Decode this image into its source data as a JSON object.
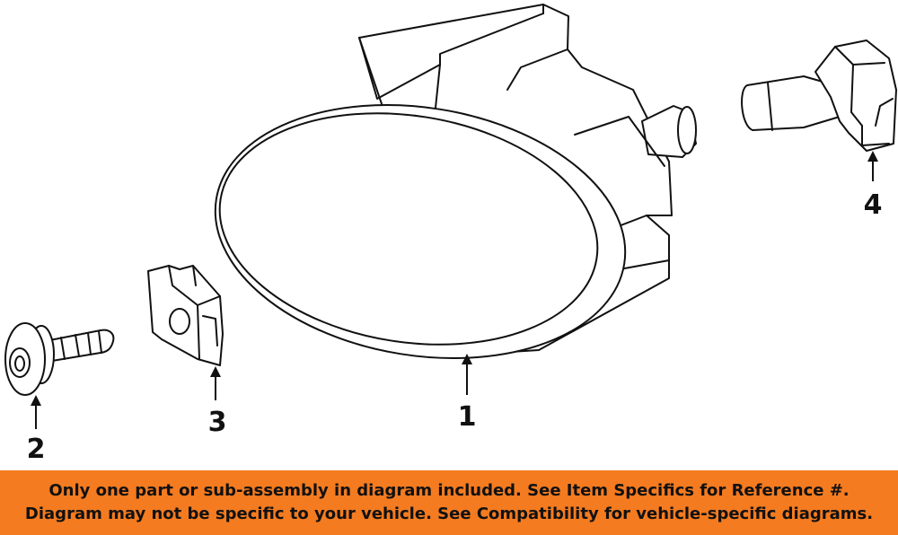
{
  "diagram": {
    "callouts": {
      "part1": "1",
      "part2": "2",
      "part3": "3",
      "part4": "4"
    }
  },
  "banner": {
    "color": "#f47b20",
    "line1": "Only one part or sub-assembly in diagram included. See Item Specifics for Reference #.",
    "line2": "Diagram may not be specific to your vehicle. See Compatibility for vehicle-specific diagrams."
  }
}
